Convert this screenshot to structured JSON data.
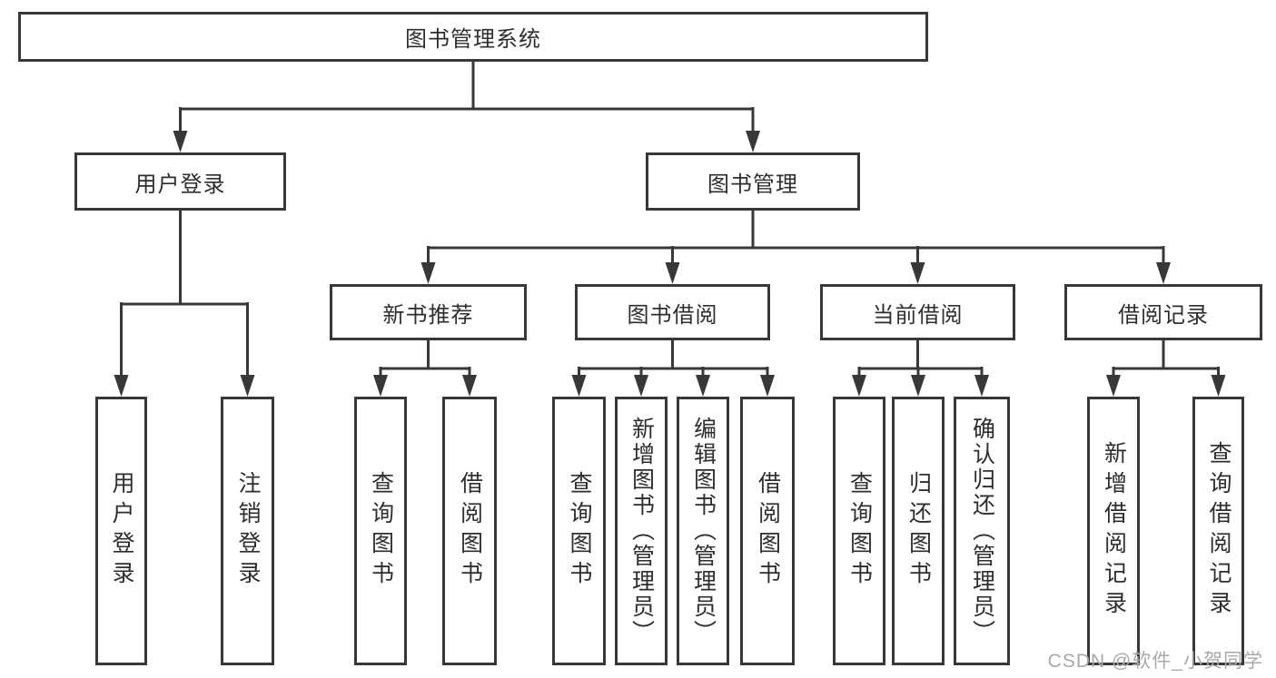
{
  "diagram": {
    "root": {
      "label": "图书管理系统"
    },
    "level2": [
      {
        "id": "user-login",
        "label": "用户登录"
      },
      {
        "id": "book-management",
        "label": "图书管理"
      }
    ],
    "level3": [
      {
        "id": "new-book-recommend",
        "label": "新书推荐"
      },
      {
        "id": "book-borrow",
        "label": "图书借阅"
      },
      {
        "id": "current-borrow",
        "label": "当前借阅"
      },
      {
        "id": "borrow-records",
        "label": "借阅记录"
      }
    ],
    "leaves": [
      {
        "group": "user-login",
        "label": "用户登录"
      },
      {
        "group": "user-login",
        "label": "注销登录"
      },
      {
        "group": "new-book-recommend",
        "label": "查询图书"
      },
      {
        "group": "new-book-recommend",
        "label": "借阅图书"
      },
      {
        "group": "book-borrow",
        "label": "查询图书"
      },
      {
        "group": "book-borrow",
        "label": "新增图书（管理员）"
      },
      {
        "group": "book-borrow",
        "label": "编辑图书（管理员）"
      },
      {
        "group": "book-borrow",
        "label": "借阅图书"
      },
      {
        "group": "current-borrow",
        "label": "查询图书"
      },
      {
        "group": "current-borrow",
        "label": "归还图书"
      },
      {
        "group": "current-borrow",
        "label": "确认归还（管理员）"
      },
      {
        "group": "borrow-records",
        "label": "新增借阅记录"
      },
      {
        "group": "borrow-records",
        "label": "查询借阅记录"
      }
    ]
  },
  "watermark": {
    "text": "CSDN @软件_小贺同学"
  },
  "colors": {
    "line": "#383838",
    "text": "#2e2e2e",
    "watermark": "#a9a9a9",
    "background": "#ffffff"
  }
}
